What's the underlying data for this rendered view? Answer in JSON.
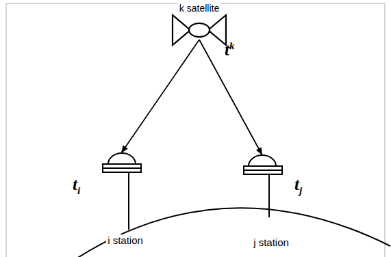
{
  "diagram": {
    "nodes": [
      {
        "text": [
          "k satellite"
        ]
      },
      {
        "text": [
          "i station"
        ]
      },
      {
        "text": [
          "j station"
        ]
      }
    ],
    "edges": [
      {
        "from": 0,
        "to": 1,
        "arrow": "to"
      },
      {
        "from": 0,
        "to": 2,
        "arrow": "to"
      }
    ],
    "labels": [
      "tk",
      "ti",
      "tj"
    ]
  }
}
